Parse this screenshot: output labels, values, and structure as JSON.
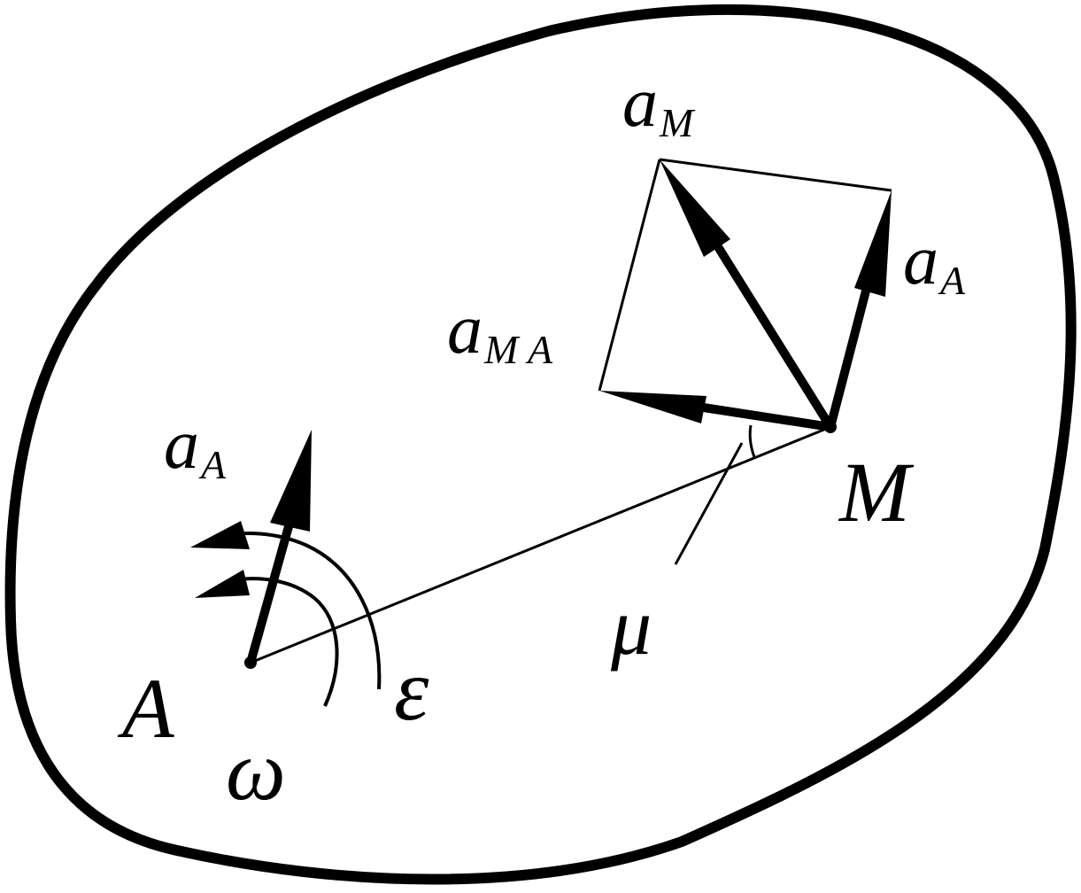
{
  "colors": {
    "stroke": "#000000",
    "background": "#ffffff"
  },
  "labels": {
    "a_M": {
      "main": "a",
      "sub": "M"
    },
    "a_A_right": {
      "main": "a",
      "sub": "A"
    },
    "a_MA": {
      "main": "a",
      "sub": "M A"
    },
    "a_A_left": {
      "main": "a",
      "sub": "A"
    },
    "M": "M",
    "A": "A",
    "mu": "μ",
    "epsilon": "ε",
    "omega": "ω"
  }
}
